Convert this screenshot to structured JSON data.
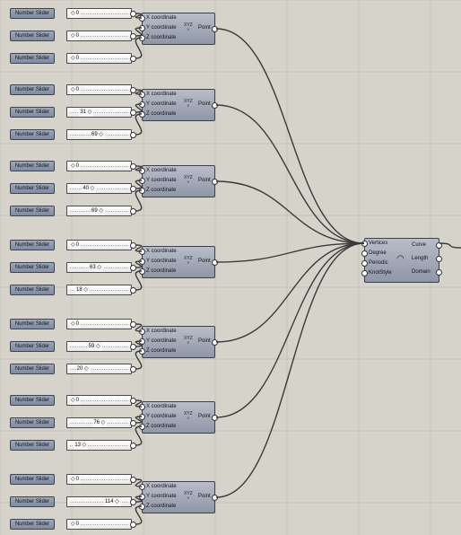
{
  "slider_label": "Number Slider",
  "point": {
    "inputs": [
      "X coordinate",
      "Y coordinate",
      "Z coordinate"
    ],
    "output": "Point",
    "icon_text": "XYZ"
  },
  "groups": [
    {
      "x": "0",
      "y": "0",
      "z": "0"
    },
    {
      "x": "0",
      "y": "31",
      "z": "69"
    },
    {
      "x": "0",
      "y": "40",
      "z": "69"
    },
    {
      "x": "0",
      "y": "63",
      "z": "18"
    },
    {
      "x": "0",
      "y": "59",
      "z": "20"
    },
    {
      "x": "0",
      "y": "76",
      "z": "13"
    },
    {
      "x": "0",
      "y": "114",
      "z": "0"
    }
  ],
  "curve": {
    "inputs": [
      "Vertices",
      "Degree",
      "Periodic",
      "KnotStyle"
    ],
    "outputs": [
      "Curve",
      "Length",
      "Domain"
    ],
    "icon": "curve-icon"
  },
  "colors": {
    "canvas": "#d6d3ca",
    "wire": "#3a3a3a",
    "node": "#a7adba"
  }
}
